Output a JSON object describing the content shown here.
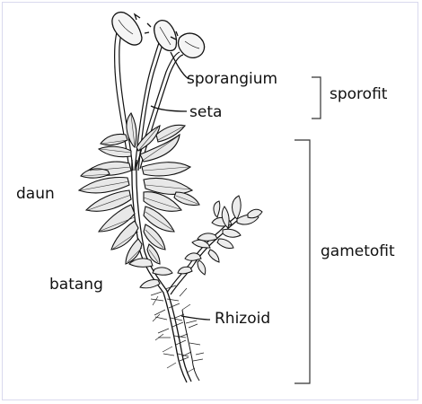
{
  "labels": {
    "sporangium": "sporangium",
    "seta": "seta",
    "sporofit": "sporofit",
    "daun": "daun",
    "gametofit": "gametofit",
    "batang": "batang",
    "rhizoid": "Rhizoid"
  },
  "colors": {
    "line": "#111111",
    "leaf_fill": "#e8e8e8",
    "frame": "#d9d9ee",
    "background": "#ffffff"
  }
}
